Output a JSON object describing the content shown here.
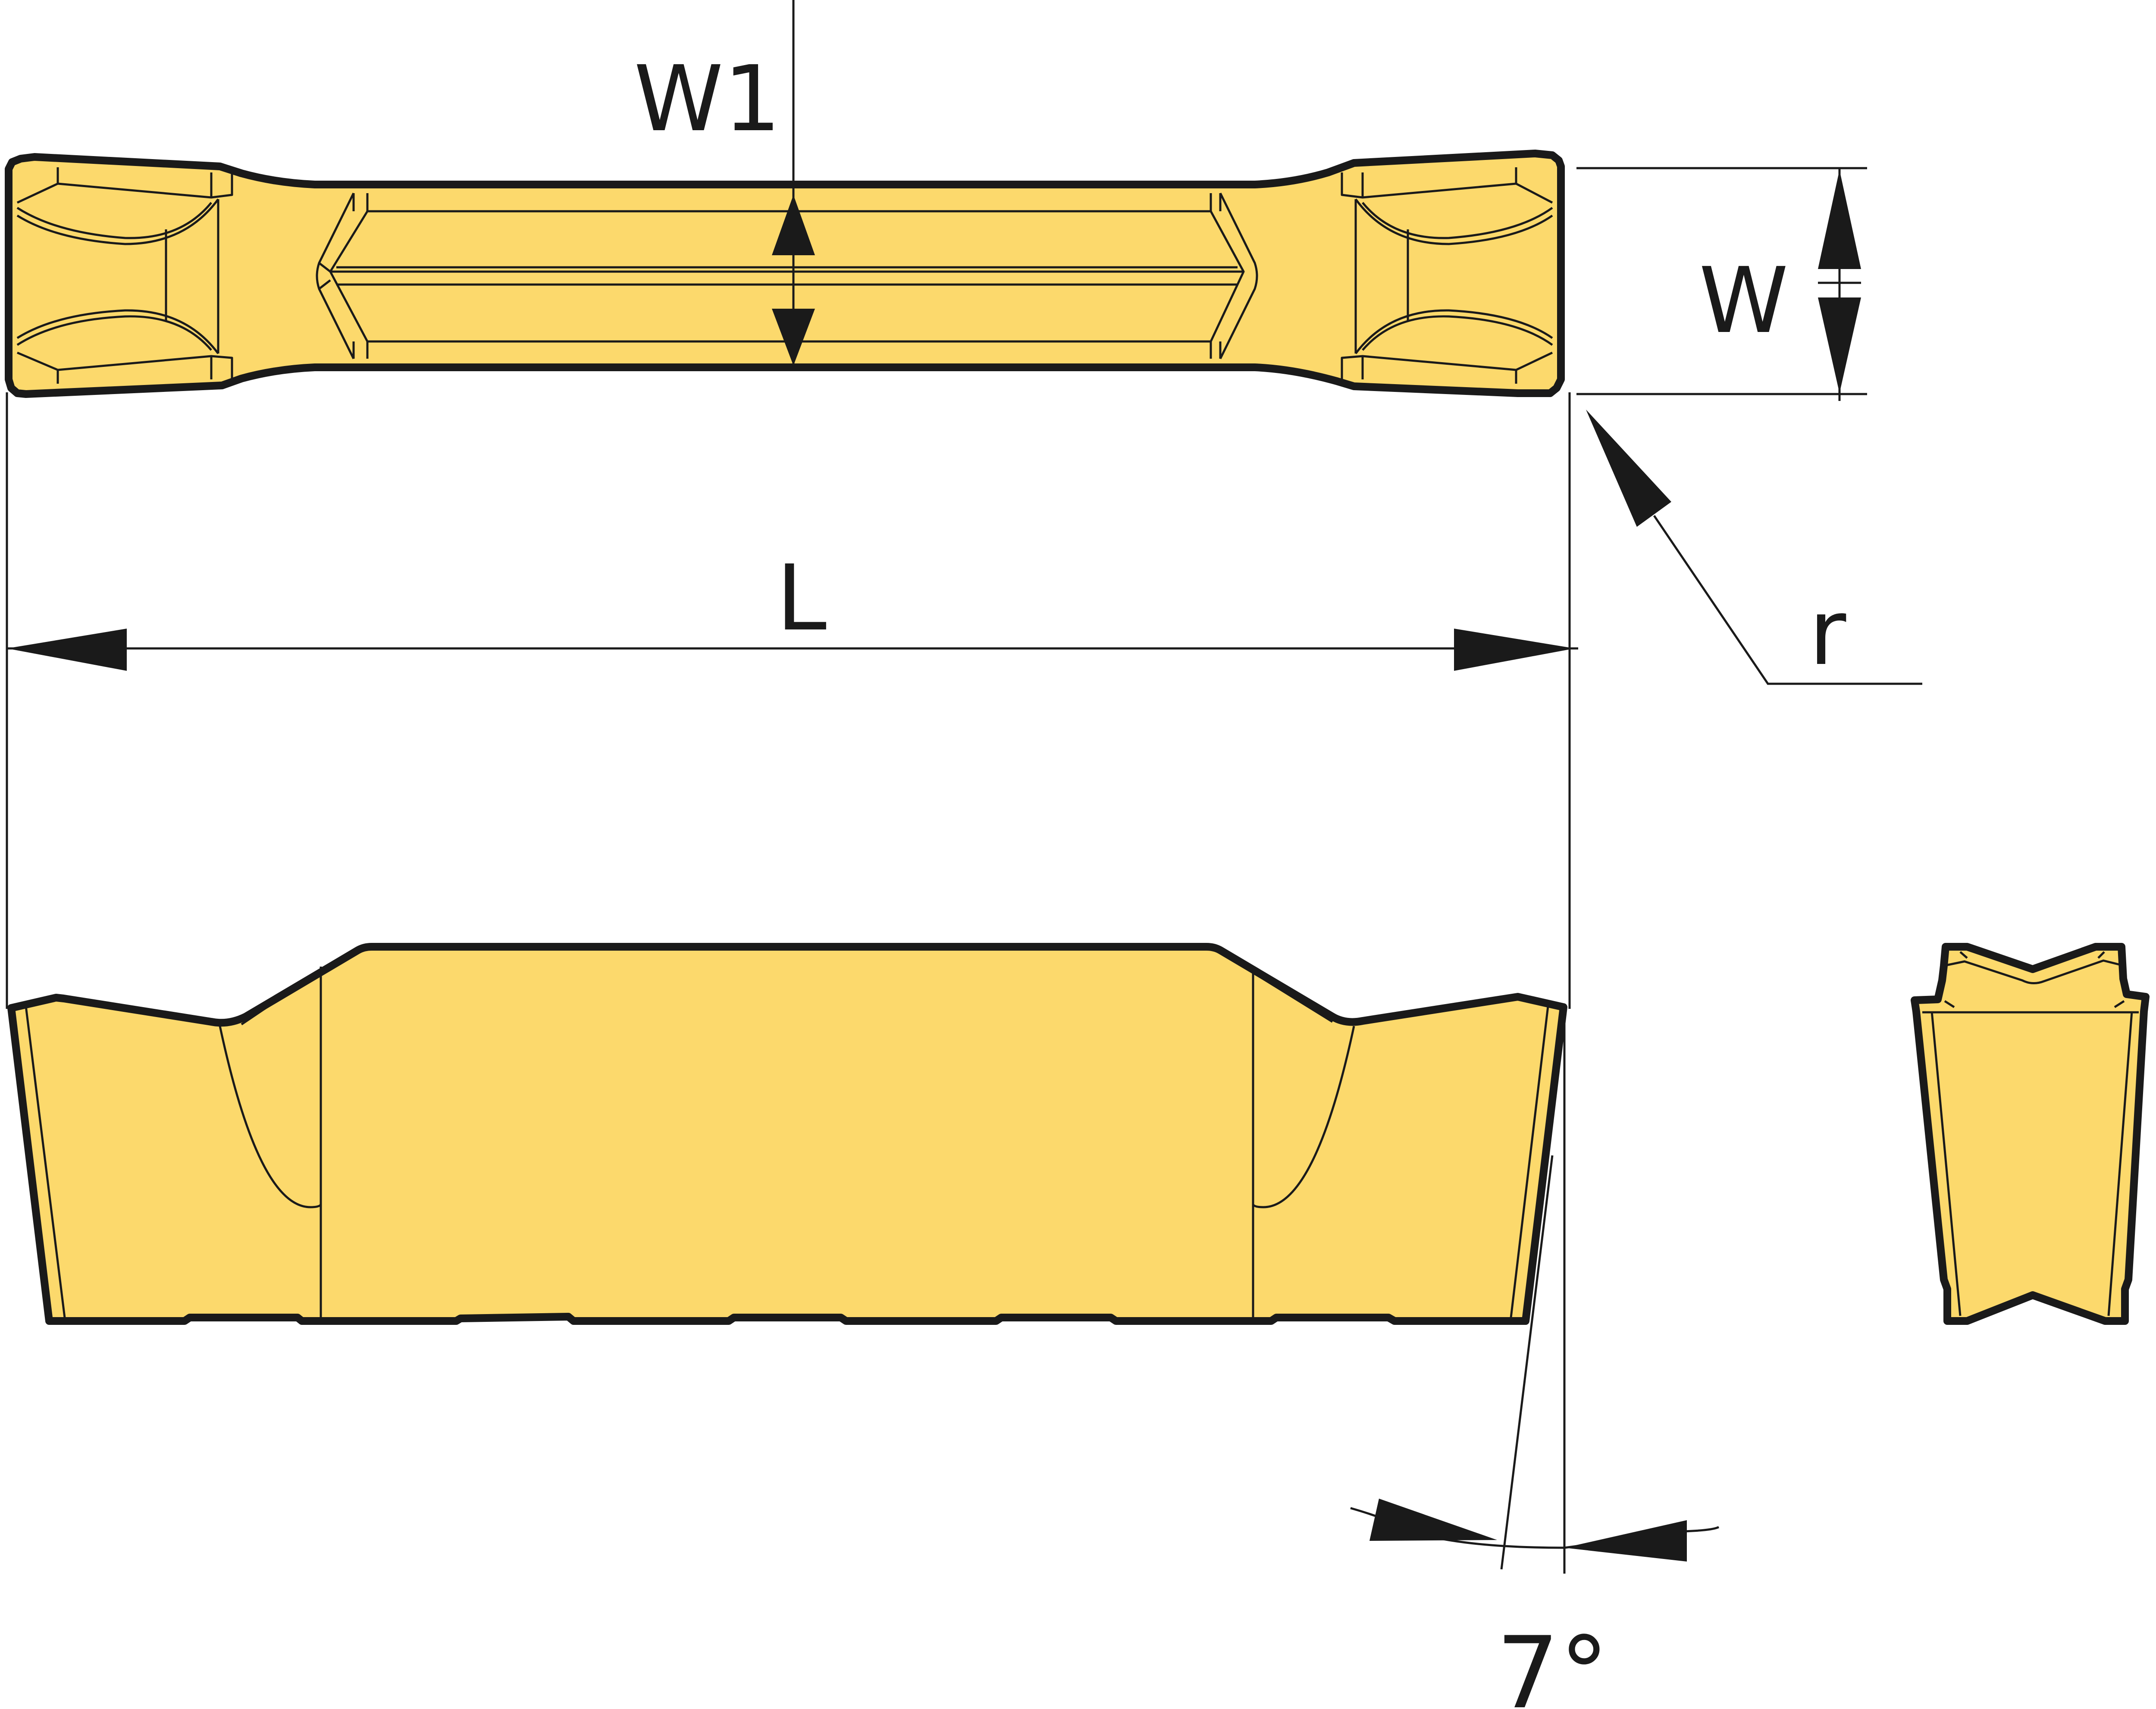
{
  "colors": {
    "insert_fill": "#FCD96C",
    "line": "#1a1a1a",
    "background": "#ffffff"
  },
  "dimensions": {
    "w1": "W1",
    "w": "W",
    "length": "L",
    "radius": "r",
    "clearance_angle": "7°"
  }
}
